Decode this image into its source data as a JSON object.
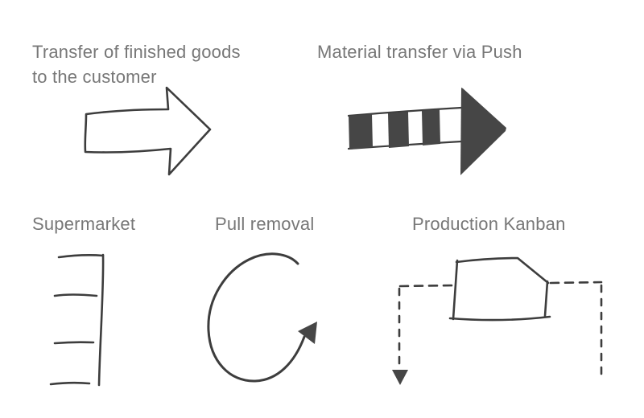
{
  "page": {
    "title": "Value stream mapping hand-drawn symbols",
    "background": "#ffffff"
  },
  "colors": {
    "page_bg": "#ffffff",
    "label_text": "#777777",
    "sketch_stroke": "#3d3d3d",
    "sketch_fill": "#464646"
  },
  "symbols": {
    "finished_goods": {
      "label_line1": "Transfer of finished goods",
      "label_line2": "to the customer",
      "icon": "outline-arrow-right-icon"
    },
    "push": {
      "label": "Material transfer via Push",
      "icon": "striped-arrow-right-icon"
    },
    "supermarket": {
      "label": "Supermarket",
      "icon": "supermarket-shelves-icon"
    },
    "pull": {
      "label": "Pull removal",
      "icon": "curved-pull-arrow-icon"
    },
    "kanban": {
      "label": "Production Kanban",
      "icon": "dashed-kanban-path-icon"
    }
  }
}
